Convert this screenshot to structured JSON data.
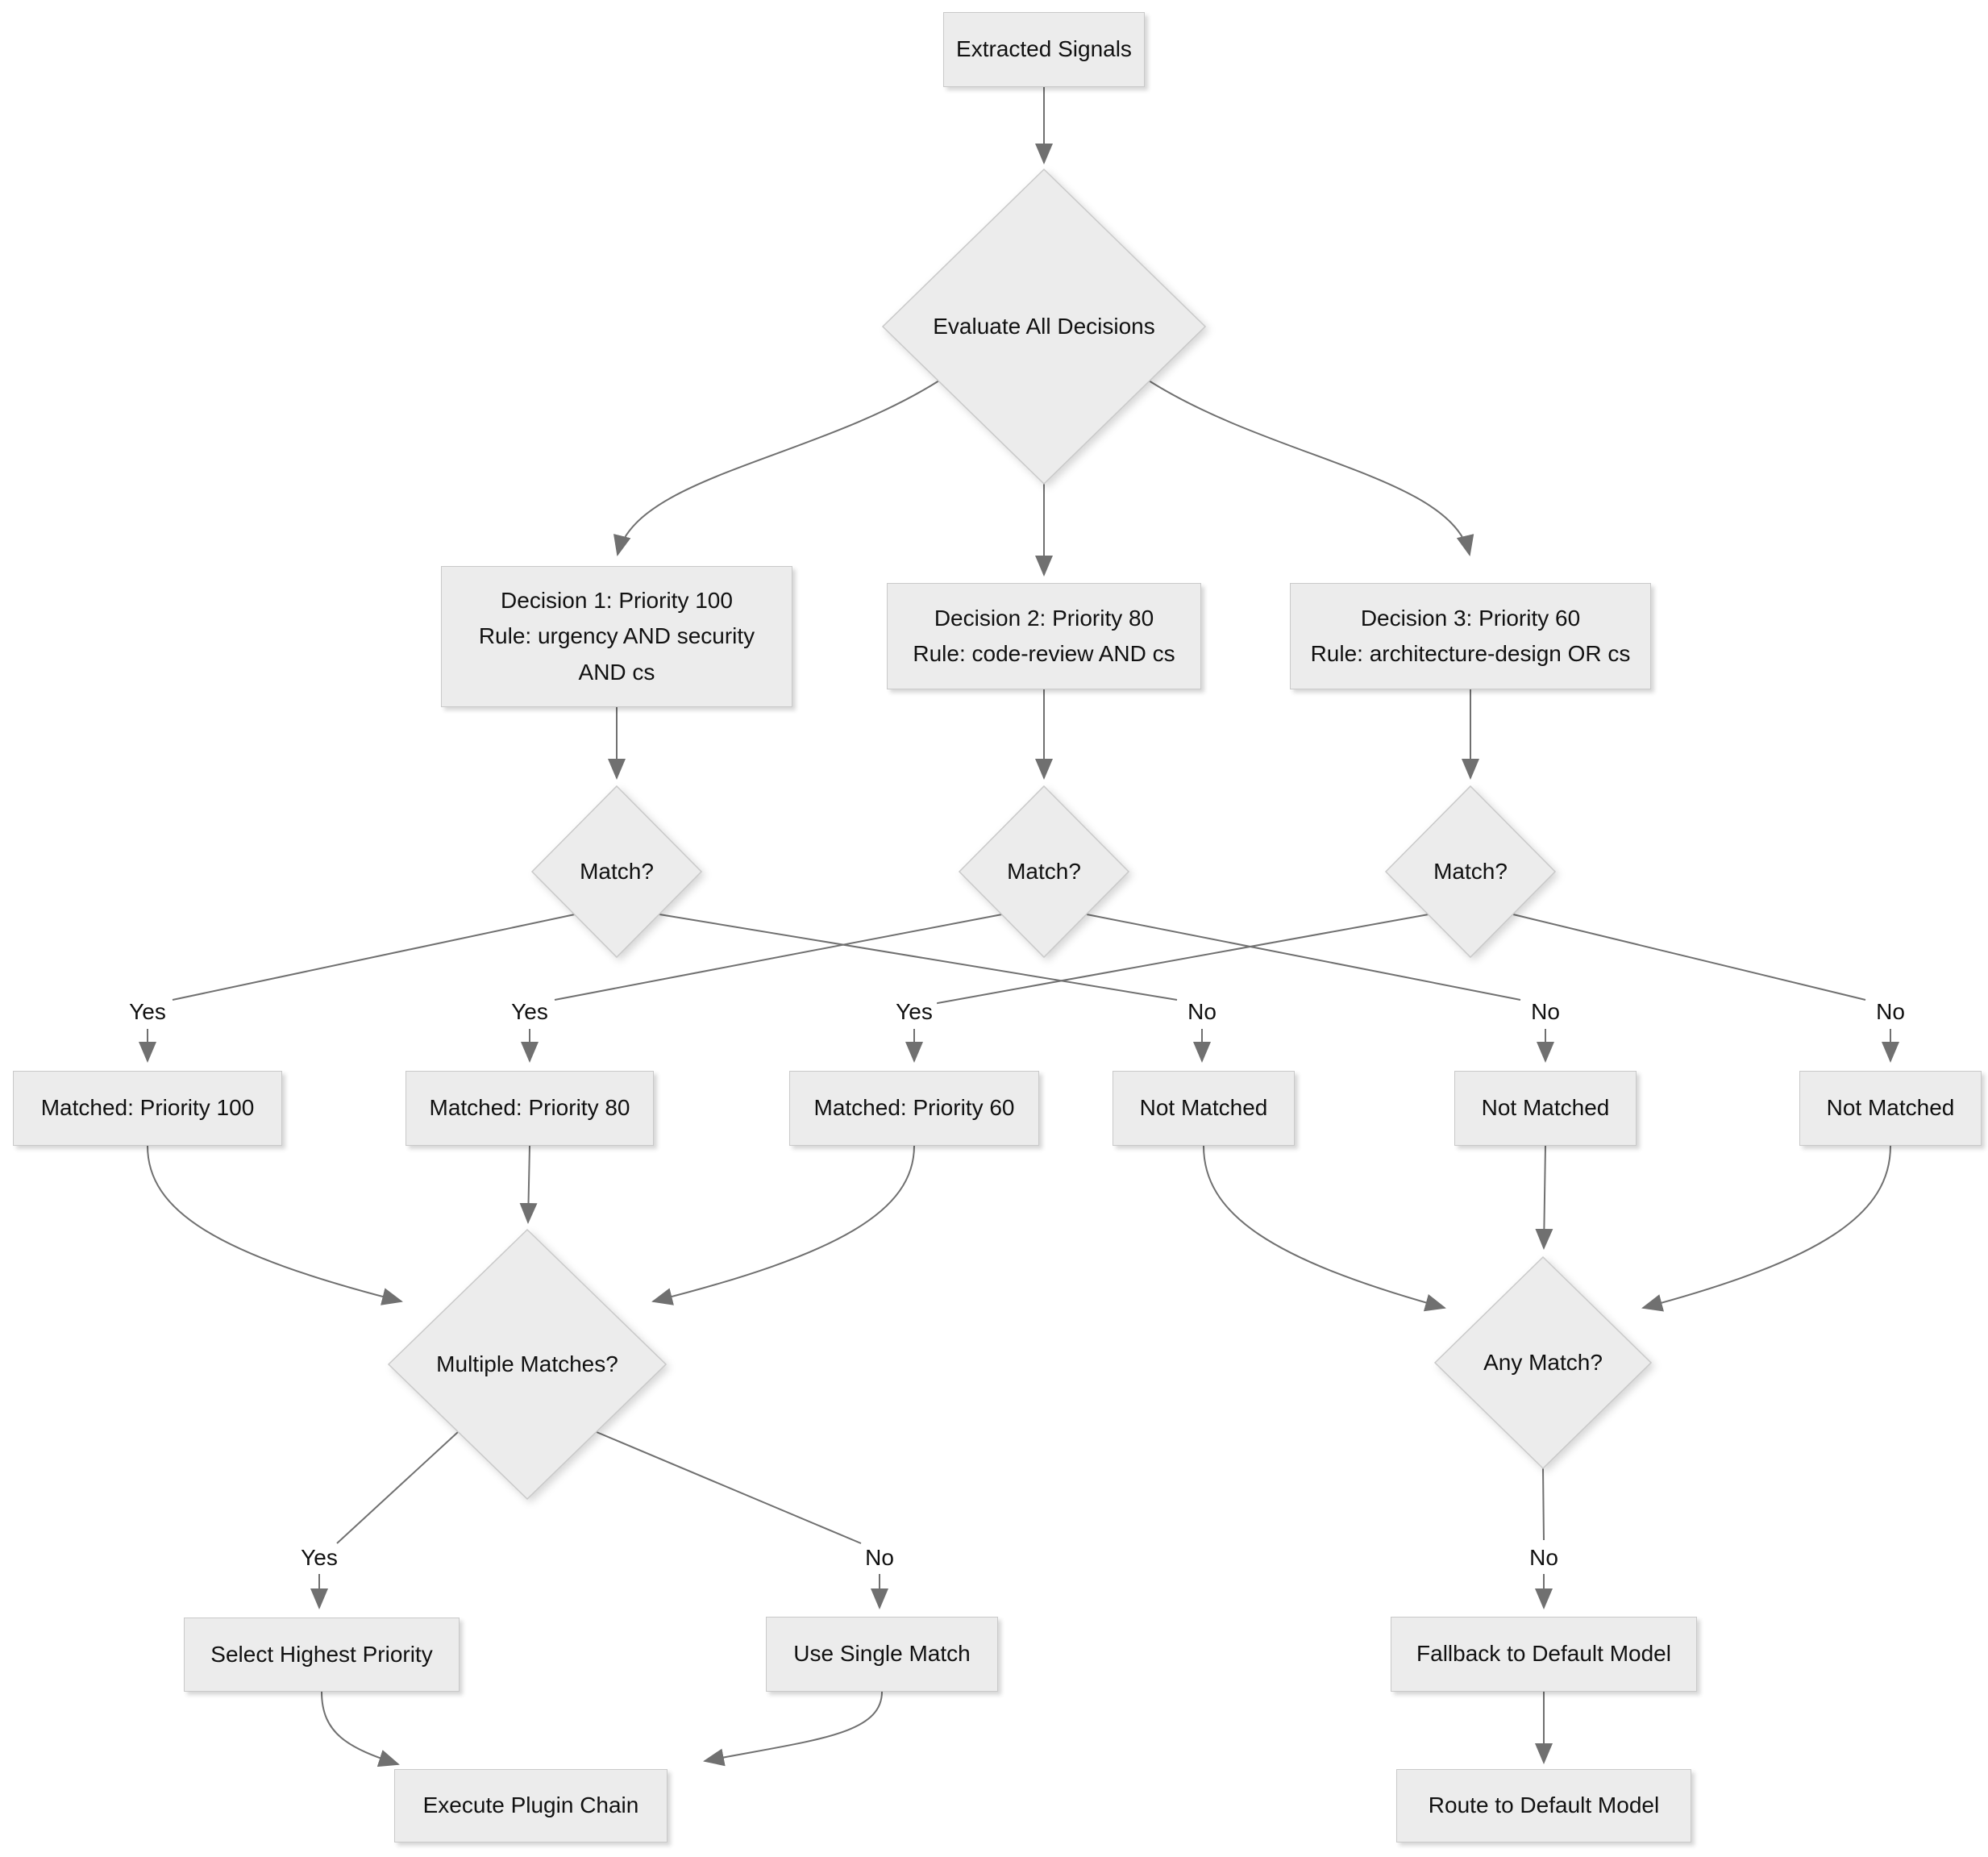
{
  "diagram_type": "flowchart",
  "colors": {
    "background": "#ffffff",
    "node_fill": "#ececec",
    "node_border": "#c9c9c9",
    "edge": "#707070",
    "text": "#111111"
  },
  "nodes": {
    "extracted_signals": {
      "label": "Extracted Signals",
      "shape": "rect"
    },
    "evaluate_all": {
      "label": "Evaluate All Decisions",
      "shape": "diamond"
    },
    "decision1": {
      "label": "Decision 1: Priority 100\nRule: urgency AND security\nAND cs",
      "shape": "rect"
    },
    "decision2": {
      "label": "Decision 2: Priority 80\nRule: code-review AND cs",
      "shape": "rect"
    },
    "decision3": {
      "label": "Decision 3: Priority 60\nRule: architecture-design OR cs",
      "shape": "rect"
    },
    "match1": {
      "label": "Match?",
      "shape": "diamond"
    },
    "match2": {
      "label": "Match?",
      "shape": "diamond"
    },
    "match3": {
      "label": "Match?",
      "shape": "diamond"
    },
    "matched_100": {
      "label": "Matched: Priority 100",
      "shape": "rect"
    },
    "matched_80": {
      "label": "Matched: Priority 80",
      "shape": "rect"
    },
    "matched_60": {
      "label": "Matched: Priority 60",
      "shape": "rect"
    },
    "not_matched_1": {
      "label": "Not Matched",
      "shape": "rect"
    },
    "not_matched_2": {
      "label": "Not Matched",
      "shape": "rect"
    },
    "not_matched_3": {
      "label": "Not Matched",
      "shape": "rect"
    },
    "multiple_matches": {
      "label": "Multiple Matches?",
      "shape": "diamond"
    },
    "any_match": {
      "label": "Any Match?",
      "shape": "diamond"
    },
    "select_highest": {
      "label": "Select Highest Priority",
      "shape": "rect"
    },
    "use_single": {
      "label": "Use Single Match",
      "shape": "rect"
    },
    "fallback": {
      "label": "Fallback to Default Model",
      "shape": "rect"
    },
    "execute_chain": {
      "label": "Execute Plugin Chain",
      "shape": "rect"
    },
    "route_default": {
      "label": "Route to Default Model",
      "shape": "rect"
    }
  },
  "edge_labels": {
    "yes": "Yes",
    "no": "No"
  },
  "edges": [
    {
      "from": "extracted_signals",
      "to": "evaluate_all",
      "label": ""
    },
    {
      "from": "evaluate_all",
      "to": "decision1",
      "label": ""
    },
    {
      "from": "evaluate_all",
      "to": "decision2",
      "label": ""
    },
    {
      "from": "evaluate_all",
      "to": "decision3",
      "label": ""
    },
    {
      "from": "decision1",
      "to": "match1",
      "label": ""
    },
    {
      "from": "decision2",
      "to": "match2",
      "label": ""
    },
    {
      "from": "decision3",
      "to": "match3",
      "label": ""
    },
    {
      "from": "match1",
      "to": "matched_100",
      "label": "Yes"
    },
    {
      "from": "match1",
      "to": "not_matched_1",
      "label": "No"
    },
    {
      "from": "match2",
      "to": "matched_80",
      "label": "Yes"
    },
    {
      "from": "match2",
      "to": "not_matched_2",
      "label": "No"
    },
    {
      "from": "match3",
      "to": "matched_60",
      "label": "Yes"
    },
    {
      "from": "match3",
      "to": "not_matched_3",
      "label": "No"
    },
    {
      "from": "matched_100",
      "to": "multiple_matches",
      "label": ""
    },
    {
      "from": "matched_80",
      "to": "multiple_matches",
      "label": ""
    },
    {
      "from": "matched_60",
      "to": "multiple_matches",
      "label": ""
    },
    {
      "from": "not_matched_1",
      "to": "any_match",
      "label": ""
    },
    {
      "from": "not_matched_2",
      "to": "any_match",
      "label": ""
    },
    {
      "from": "not_matched_3",
      "to": "any_match",
      "label": ""
    },
    {
      "from": "multiple_matches",
      "to": "select_highest",
      "label": "Yes"
    },
    {
      "from": "multiple_matches",
      "to": "use_single",
      "label": "No"
    },
    {
      "from": "any_match",
      "to": "fallback",
      "label": "No"
    },
    {
      "from": "select_highest",
      "to": "execute_chain",
      "label": ""
    },
    {
      "from": "use_single",
      "to": "execute_chain",
      "label": ""
    },
    {
      "from": "fallback",
      "to": "route_default",
      "label": ""
    }
  ]
}
